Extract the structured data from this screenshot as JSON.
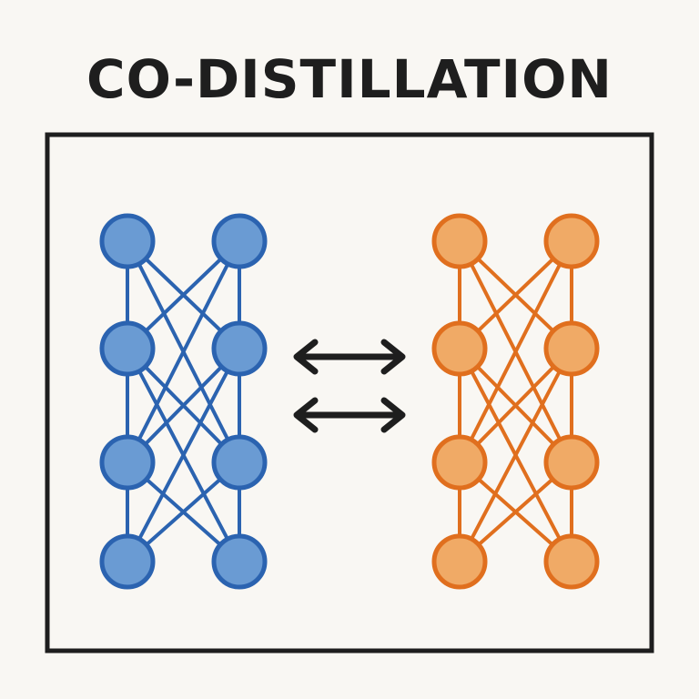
{
  "title": "CO-DISTILLATION",
  "colors": {
    "background": "#f9f7f3",
    "frame": "#1e1e1e",
    "arrows": "#1e1e1e",
    "network_a_stroke": "#2b63b0",
    "network_a_fill": "#6a9bd3",
    "network_b_stroke": "#e06f1e",
    "network_b_fill": "#f0aa66"
  },
  "networks": [
    {
      "name": "network-a",
      "layers": 4,
      "nodes_per_layer": 2,
      "color_key": "a"
    },
    {
      "name": "network-b",
      "layers": 4,
      "nodes_per_layer": 2,
      "color_key": "b"
    }
  ],
  "exchange": {
    "arrow_count": 2,
    "direction": "bidirectional"
  }
}
